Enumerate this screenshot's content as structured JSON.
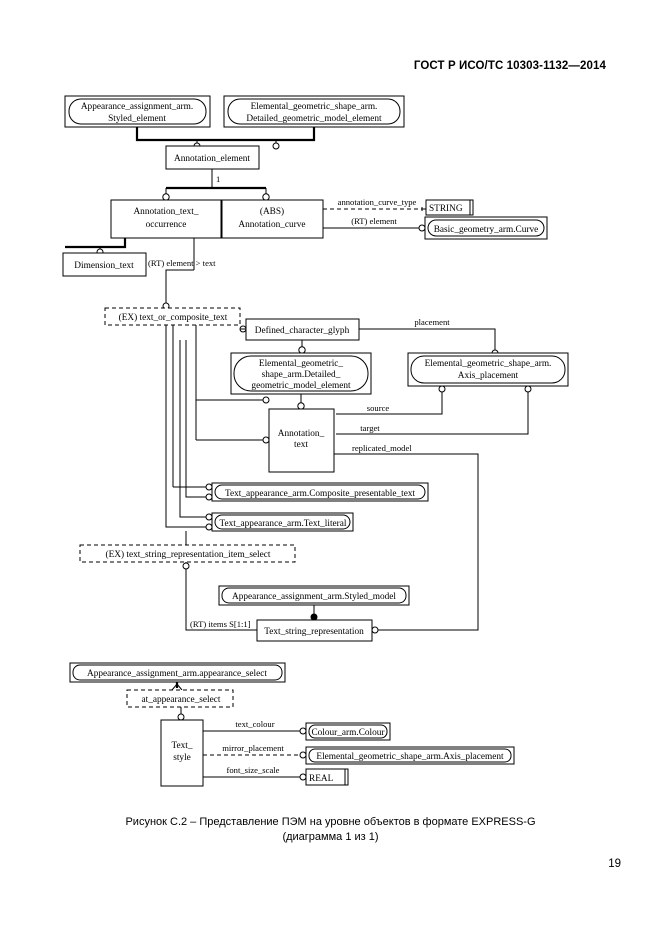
{
  "header": {
    "standard": "ГОСТ Р ИСО/ТС 10303-1132—2014"
  },
  "page_number": "19",
  "caption": {
    "line1": "Рисунок  С.2 – Представление ПЭМ на уровне объектов в формате EXPRESS-G",
    "line2": "(диаграмма 1 из 1)"
  },
  "chart_data": {
    "type": "diagram",
    "notation": "EXPRESS-G",
    "title": "Рисунок  С.2 – Представление ПЭМ на уровне объектов в формате EXPRESS-G",
    "nodes": [
      {
        "id": "styled_element",
        "kind": "external-schema-ref",
        "lines": [
          "Appearance_assignment_arm.",
          "Styled_element"
        ]
      },
      {
        "id": "detailed_geom_model_element_top",
        "kind": "external-schema-ref",
        "lines": [
          "Elemental_geometric_shape_arm.",
          "Detailed_geometric_model_element"
        ]
      },
      {
        "id": "annotation_element",
        "kind": "entity",
        "lines": [
          "Annotation_element"
        ]
      },
      {
        "id": "annotation_text_occurrence",
        "kind": "entity",
        "lines": [
          "Annotation_text_",
          "occurrence"
        ]
      },
      {
        "id": "annotation_curve",
        "kind": "entity-abstract",
        "lines": [
          "(ABS)",
          "Annotation_curve"
        ]
      },
      {
        "id": "string",
        "kind": "primitive",
        "lines": [
          "STRING"
        ]
      },
      {
        "id": "basic_geometry_arm_curve",
        "kind": "external-schema-ref",
        "lines": [
          "Basic_geometry_arm.Curve"
        ]
      },
      {
        "id": "dimension_text",
        "kind": "entity",
        "lines": [
          "Dimension_text"
        ]
      },
      {
        "id": "text_or_composite_text",
        "kind": "select-external",
        "lines": [
          "(EX) text_or_composite_text"
        ]
      },
      {
        "id": "defined_character_glyph",
        "kind": "entity",
        "lines": [
          "Defined_character_glyph"
        ]
      },
      {
        "id": "detailed_geom_model_element_mid",
        "kind": "external-schema-ref",
        "lines": [
          "Elemental_geometric_",
          "shape_arm.Detailed_",
          "geometric_model_element"
        ]
      },
      {
        "id": "axis_placement_mid",
        "kind": "external-schema-ref",
        "lines": [
          "Elemental_geometric_shape_arm.",
          "Axis_placement"
        ]
      },
      {
        "id": "annotation_text",
        "kind": "entity",
        "lines": [
          "Annotation_",
          "text"
        ]
      },
      {
        "id": "composite_presentable_text",
        "kind": "external-schema-ref",
        "lines": [
          "Text_appearance_arm.Composite_presentable_text"
        ]
      },
      {
        "id": "text_literal",
        "kind": "external-schema-ref",
        "lines": [
          "Text_appearance_arm.Text_literal"
        ]
      },
      {
        "id": "text_string_representation_item_select",
        "kind": "select-external",
        "lines": [
          "(EX) text_string_representation_item_select"
        ]
      },
      {
        "id": "styled_model",
        "kind": "external-schema-ref",
        "lines": [
          "Appearance_assignment_arm.Styled_model"
        ]
      },
      {
        "id": "text_string_representation",
        "kind": "entity",
        "lines": [
          "Text_string_representation"
        ]
      },
      {
        "id": "appearance_select",
        "kind": "external-schema-ref",
        "lines": [
          "Appearance_assignment_arm.appearance_select"
        ]
      },
      {
        "id": "at_appearance_select",
        "kind": "select-dashed",
        "lines": [
          "at_appearance_select"
        ]
      },
      {
        "id": "text_style",
        "kind": "entity",
        "lines": [
          "Text_",
          "style"
        ]
      },
      {
        "id": "colour_arm_colour",
        "kind": "external-schema-ref",
        "lines": [
          "Colour_arm.Colour"
        ]
      },
      {
        "id": "axis_placement_bottom",
        "kind": "external-schema-ref",
        "lines": [
          "Elemental_geometric_shape_arm.Axis_placement"
        ]
      },
      {
        "id": "real",
        "kind": "primitive",
        "lines": [
          "REAL"
        ]
      }
    ],
    "edge_labels": [
      {
        "id": "branch_one",
        "text": "1"
      },
      {
        "id": "annotation_curve_type",
        "text": "annotation_curve_type"
      },
      {
        "id": "rt_element_curve",
        "text": "(RT) element"
      },
      {
        "id": "rt_element_text",
        "text": "(RT) element > text"
      },
      {
        "id": "placement",
        "text": "placement"
      },
      {
        "id": "source",
        "text": "source"
      },
      {
        "id": "target",
        "text": "target"
      },
      {
        "id": "replicated_model",
        "text": "replicated_model"
      },
      {
        "id": "rt_items",
        "text": "(RT) items S[1:1]"
      },
      {
        "id": "text_colour",
        "text": "text_colour"
      },
      {
        "id": "mirror_placement",
        "text": "mirror_placement"
      },
      {
        "id": "font_size_scale",
        "text": "font_size_scale"
      }
    ]
  }
}
